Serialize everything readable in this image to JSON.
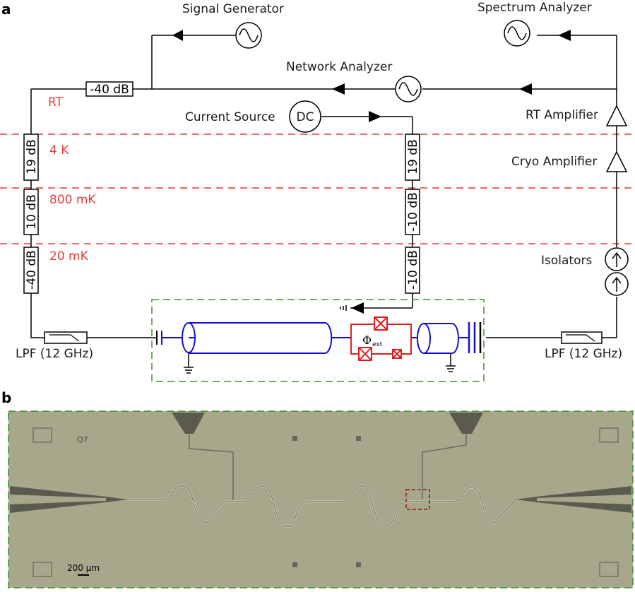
{
  "panels": {
    "a": "a",
    "b": "b"
  },
  "instruments": {
    "signal_generator": "Signal Generator",
    "spectrum_analyzer": "Spectrum Analyzer",
    "network_analyzer": "Network Analyzer",
    "current_source": "Current Source",
    "dc": "DC",
    "rt_amplifier": "RT Amplifier",
    "cryo_amplifier": "Cryo Amplifier",
    "isolators": "Isolators"
  },
  "stages": {
    "rt": "RT",
    "k4": "4 K",
    "mk800": "800 mK",
    "mk20": "20 mK"
  },
  "attenuators": {
    "rt_in": "-40 dB",
    "left_4k": "19 dB",
    "left_800": "10 dB",
    "left_20": "-40 dB",
    "right_4k": "19 dB",
    "right_800": "-10 dB",
    "right_20": "-10 dB"
  },
  "filters": {
    "left": "LPF (12 GHz)",
    "right": "LPF (12 GHz)"
  },
  "flux": {
    "symbol": "Φ",
    "subscript": "ext"
  },
  "micrograph": {
    "device_label": "Q7",
    "scale_bar": "200 μm"
  },
  "colors": {
    "stage_line": "#e33c3c",
    "resonator": "#1111cc",
    "squid": "#e01c1c",
    "sample_box": "#3e8e2a",
    "chip_background": "#a7a78c"
  }
}
